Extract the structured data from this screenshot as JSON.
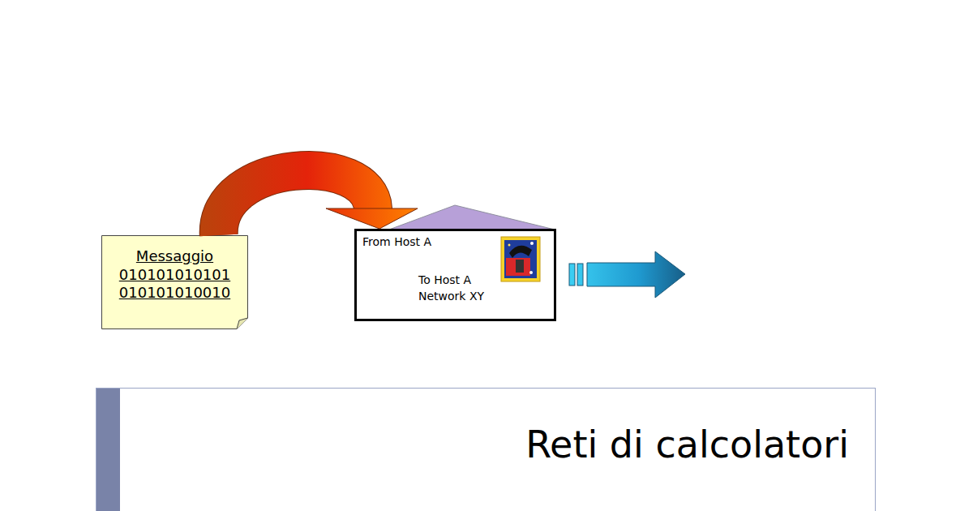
{
  "diagram": {
    "title": "Reti di calcolatori",
    "nodes": [
      {
        "text": [
          "Messaggio",
          "010101010101",
          "010101010010"
        ]
      },
      {
        "text": [
          "From Host A",
          "To Host A Network XY"
        ]
      }
    ],
    "edges": [
      {
        "from": 0,
        "to": 1,
        "arrow": "to"
      }
    ]
  }
}
